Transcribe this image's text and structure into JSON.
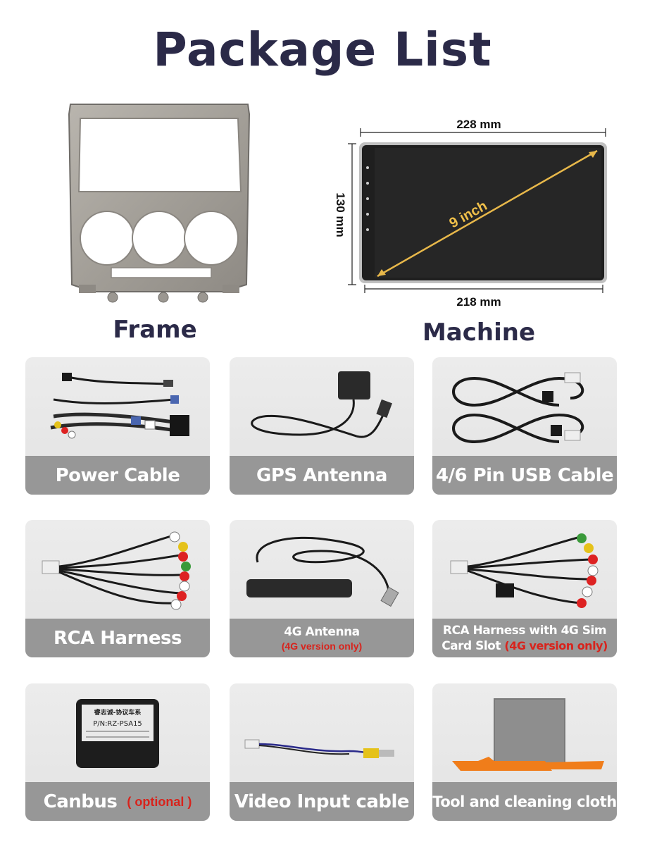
{
  "title": "Package List",
  "frame": {
    "label": "Frame"
  },
  "machine": {
    "label": "Machine",
    "width_top": "228 mm",
    "width_bottom": "218 mm",
    "height": "130 mm",
    "diagonal": "9 inch"
  },
  "items": [
    {
      "label": "Power Cable"
    },
    {
      "label": "GPS Antenna"
    },
    {
      "label": "4/6 Pin USB Cable"
    },
    {
      "label": "RCA Harness"
    },
    {
      "label": "4G Antenna",
      "note": "(4G version only)"
    },
    {
      "label_line1": "RCA Harness with 4G Sim",
      "label_line2": "Card Slot",
      "note": "(4G version only)"
    },
    {
      "label": "Canbus",
      "note": "( optional )",
      "box_line1": "睿志诚-协议车系",
      "box_line2": "P/N:RZ-PSA15"
    },
    {
      "label": "Video Input cable"
    },
    {
      "label": "Tool and cleaning cloth"
    }
  ],
  "colors": {
    "title": "#2b2a48",
    "band": "#979797",
    "note": "#d8231c",
    "dimension": "#111111"
  }
}
